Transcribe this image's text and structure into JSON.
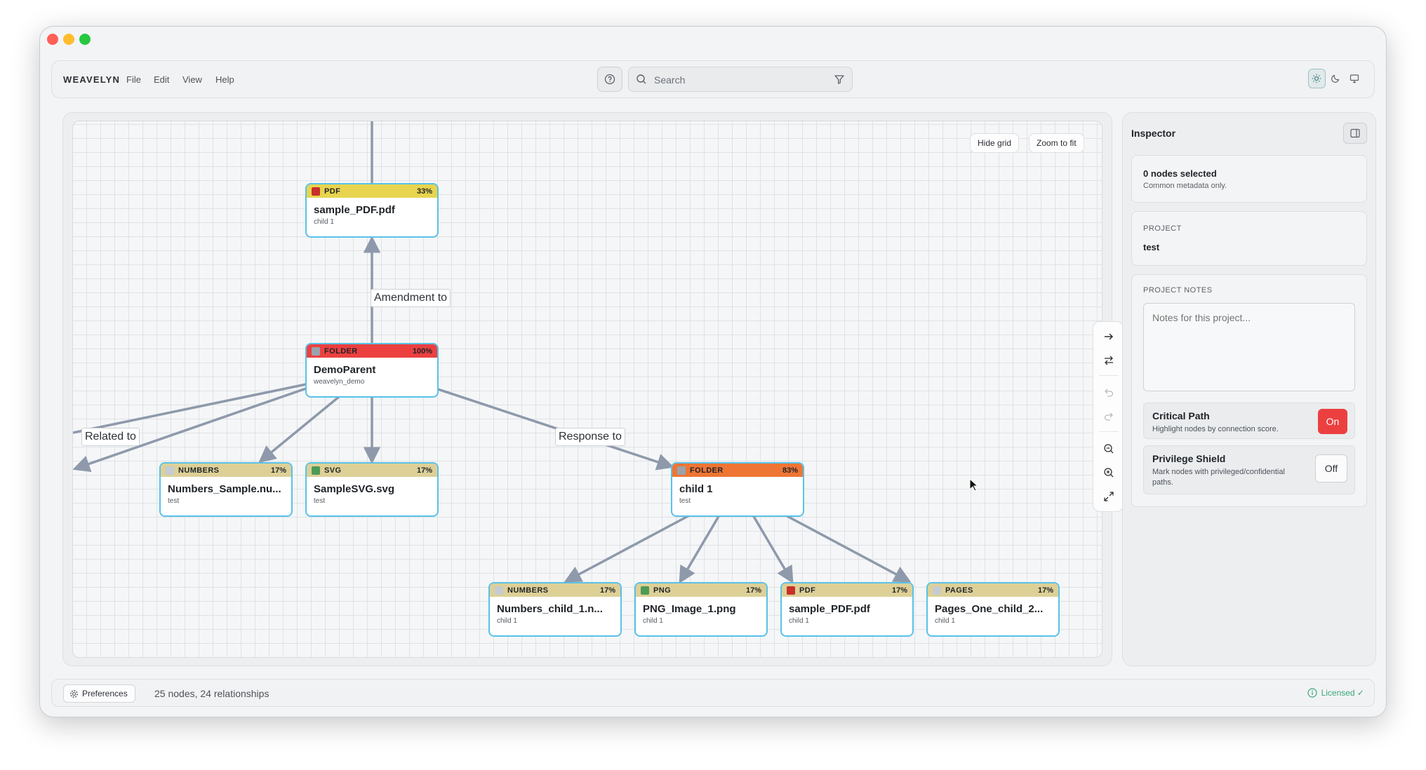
{
  "app": {
    "brand": "WEAVELYN",
    "menu": [
      "File",
      "Edit",
      "View",
      "Help"
    ],
    "search_placeholder": "Search"
  },
  "canvas": {
    "hide_grid_label": "Hide grid",
    "zoom_to_fit_label": "Zoom to fit",
    "edge_labels": {
      "amendment": "Amendment to",
      "related": "Related to",
      "response": "Response to"
    },
    "nodes": [
      {
        "type": "PDF",
        "pct": "33%",
        "title": "sample_PDF.pdf",
        "sub": "child 1"
      },
      {
        "type": "FOLDER",
        "pct": "100%",
        "title": "DemoParent",
        "sub": "weavelyn_demo"
      },
      {
        "type": "NUMBERS",
        "pct": "17%",
        "title": "Numbers_Sample.nu...",
        "sub": "test"
      },
      {
        "type": "SVG",
        "pct": "17%",
        "title": "SampleSVG.svg",
        "sub": "test"
      },
      {
        "type": "FOLDER",
        "pct": "83%",
        "title": "child 1",
        "sub": "test"
      },
      {
        "type": "NUMBERS",
        "pct": "17%",
        "title": "Numbers_child_1.n...",
        "sub": "child 1"
      },
      {
        "type": "PNG",
        "pct": "17%",
        "title": "PNG_Image_1.png",
        "sub": "child 1"
      },
      {
        "type": "PDF",
        "pct": "17%",
        "title": "sample_PDF.pdf",
        "sub": "child 1"
      },
      {
        "type": "PAGES",
        "pct": "17%",
        "title": "Pages_One_child_2...",
        "sub": "child 1"
      }
    ]
  },
  "inspector": {
    "title": "Inspector",
    "selection": {
      "count": "0 nodes selected",
      "note": "Common metadata only."
    },
    "project": {
      "label": "PROJECT",
      "value": "test"
    },
    "notes": {
      "label": "PROJECT NOTES",
      "placeholder": "Notes for this project..."
    },
    "critical_path": {
      "title": "Critical Path",
      "desc": "Highlight nodes by connection score.",
      "state": "On"
    },
    "privilege_shield": {
      "title": "Privilege Shield",
      "desc_line1": "Mark nodes with privileged/confidential",
      "desc_line2": "paths.",
      "state": "Off"
    }
  },
  "status": {
    "preferences_label": "Preferences",
    "summary": "25 nodes, 24 relationships",
    "license": "Licensed ✓"
  },
  "colors": {
    "accent_red": "#ec4040",
    "accent_orange": "#ef7534",
    "node_border": "#58c2e8",
    "licensed_green": "#3aa77a"
  }
}
